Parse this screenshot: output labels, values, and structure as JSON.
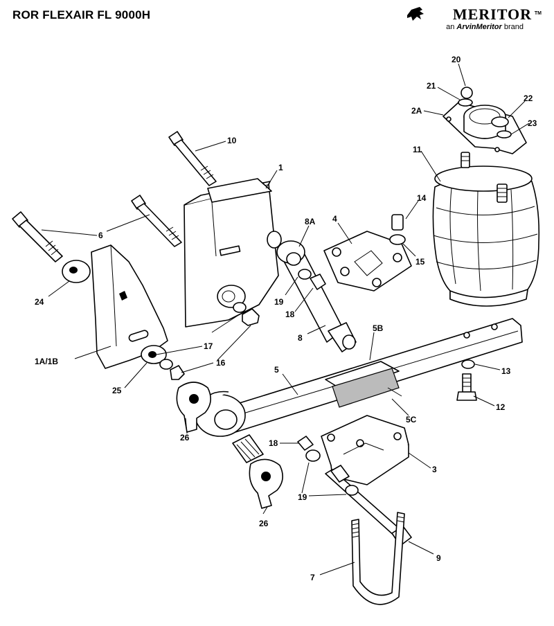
{
  "header": {
    "title": "ROR  FLEXAIR FL 9000H",
    "brand_name": "MERITOR",
    "brand_tm": "TM",
    "brand_tagline_prefix": "an ",
    "brand_tagline_company": "ArvinMeritor",
    "brand_tagline_suffix": " brand"
  },
  "callouts": [
    {
      "id": "c20",
      "label": "20"
    },
    {
      "id": "c21",
      "label": "21"
    },
    {
      "id": "c22",
      "label": "22"
    },
    {
      "id": "c2a",
      "label": "2A"
    },
    {
      "id": "c23",
      "label": "23"
    },
    {
      "id": "c11",
      "label": "11"
    },
    {
      "id": "c10",
      "label": "10"
    },
    {
      "id": "c1",
      "label": "1"
    },
    {
      "id": "c14",
      "label": "14"
    },
    {
      "id": "c6",
      "label": "6"
    },
    {
      "id": "c8a",
      "label": "8A"
    },
    {
      "id": "c4",
      "label": "4"
    },
    {
      "id": "c15",
      "label": "15"
    },
    {
      "id": "c24",
      "label": "24"
    },
    {
      "id": "c19a",
      "label": "19"
    },
    {
      "id": "c18a",
      "label": "18"
    },
    {
      "id": "c8",
      "label": "8"
    },
    {
      "id": "c5b",
      "label": "5B"
    },
    {
      "id": "c17",
      "label": "17"
    },
    {
      "id": "c1a1b",
      "label": "1A/1B"
    },
    {
      "id": "c16",
      "label": "16"
    },
    {
      "id": "c13",
      "label": "13"
    },
    {
      "id": "c25",
      "label": "25"
    },
    {
      "id": "c5",
      "label": "5"
    },
    {
      "id": "c12",
      "label": "12"
    },
    {
      "id": "c5c",
      "label": "5C"
    },
    {
      "id": "c26a",
      "label": "26"
    },
    {
      "id": "c18b",
      "label": "18"
    },
    {
      "id": "c3",
      "label": "3"
    },
    {
      "id": "c19b",
      "label": "19"
    },
    {
      "id": "c26b",
      "label": "26"
    },
    {
      "id": "c9",
      "label": "9"
    },
    {
      "id": "c7",
      "label": "7"
    }
  ]
}
